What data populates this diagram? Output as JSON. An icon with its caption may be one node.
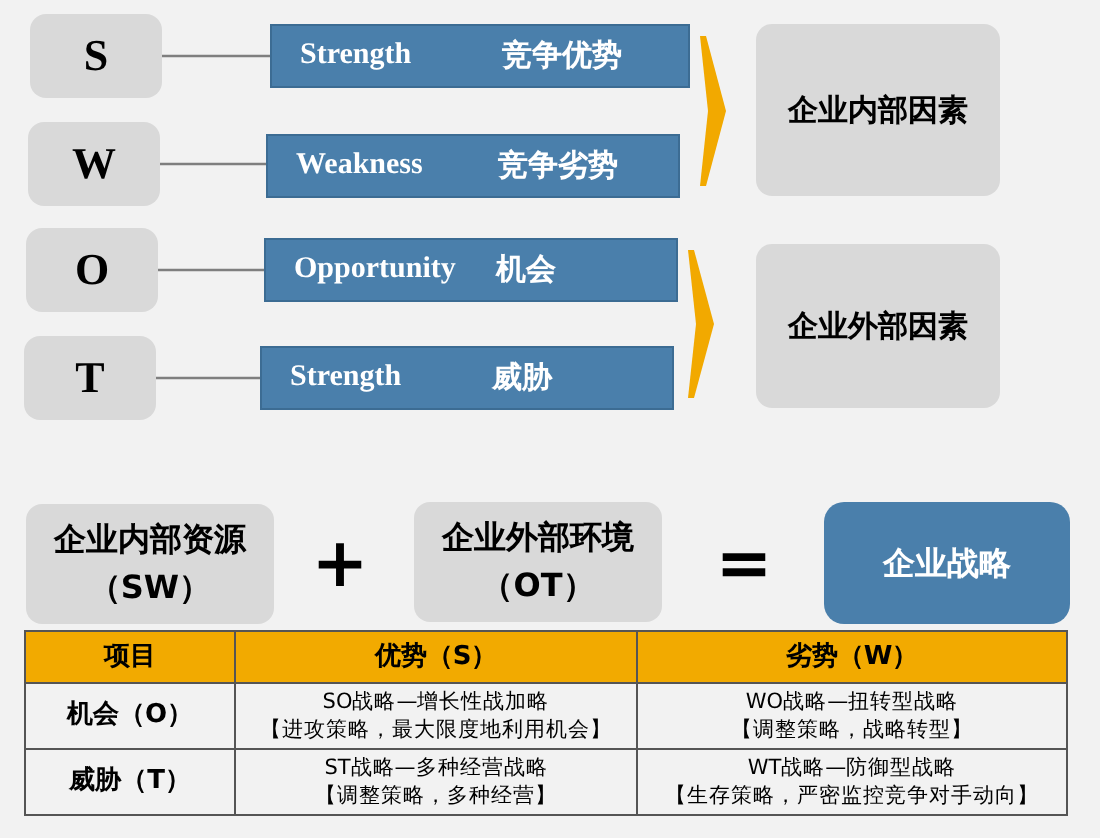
{
  "diagram": {
    "nodes": [
      {
        "text": [
          "S"
        ]
      },
      {
        "text": [
          "W"
        ]
      },
      {
        "text": [
          "O"
        ]
      },
      {
        "text": [
          "T"
        ]
      },
      {
        "text": [
          "Strength",
          "竞争优势"
        ]
      },
      {
        "text": [
          "Weakness",
          "竞争劣势"
        ]
      },
      {
        "text": [
          "Opportunity",
          "机会"
        ]
      },
      {
        "text": [
          "Strength",
          "威胁"
        ]
      },
      {
        "text": [
          "企业内部因素"
        ]
      },
      {
        "text": [
          "企业外部因素"
        ]
      },
      {
        "text": [
          "企业内部资源（SW）"
        ]
      },
      {
        "text": [
          "企业外部环境（OT）"
        ]
      },
      {
        "text": [
          "企业战略"
        ]
      }
    ],
    "edges": [
      {
        "from": 0,
        "to": 4,
        "arrow": "none"
      },
      {
        "from": 1,
        "to": 5,
        "arrow": "none"
      },
      {
        "from": 2,
        "to": 6,
        "arrow": "none"
      },
      {
        "from": 3,
        "to": 7,
        "arrow": "none"
      },
      {
        "from": 4,
        "to": 8,
        "arrow": "to",
        "style": "thick",
        "color": "#f2a900"
      },
      {
        "from": 5,
        "to": 8,
        "arrow": "to",
        "style": "thick",
        "color": "#f2a900"
      },
      {
        "from": 6,
        "to": 9,
        "arrow": "to",
        "style": "thick",
        "color": "#f2a900"
      },
      {
        "from": 7,
        "to": 9,
        "arrow": "to",
        "style": "thick",
        "color": "#f2a900"
      }
    ],
    "labels": [
      "+",
      "=",
      "项目",
      "优势（S）",
      "劣势（W）",
      "机会（O）",
      "SO战略—增长性战加略",
      "【进攻策略，最大限度地利用机会】",
      "WO战略—扭转型战略",
      "【调整策略，战略转型】",
      "威胁（T）",
      "ST战略—多种经营战略",
      "【调整策略，多种经营】",
      "WT战略—防御型战略",
      "【生存策略，严密监控竞争对手动向】"
    ]
  }
}
